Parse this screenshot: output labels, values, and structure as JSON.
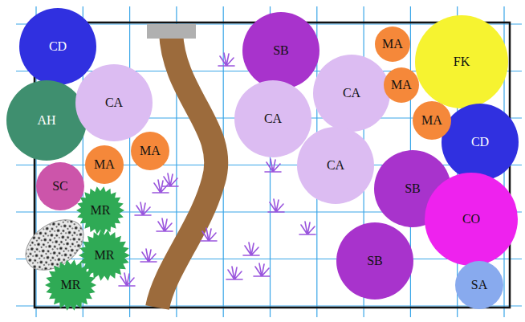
{
  "diagram": {
    "nodes": [
      {
        "text": [
          "CD"
        ]
      },
      {
        "text": [
          "SB"
        ]
      },
      {
        "text": [
          "MA"
        ]
      },
      {
        "text": [
          "FK"
        ]
      },
      {
        "text": [
          "CA"
        ]
      },
      {
        "text": [
          "AH"
        ]
      },
      {
        "text": [
          "CA"
        ]
      },
      {
        "text": [
          "MA"
        ]
      },
      {
        "text": [
          "CA"
        ]
      },
      {
        "text": [
          "MA"
        ]
      },
      {
        "text": [
          "CD"
        ]
      },
      {
        "text": [
          "MA"
        ]
      },
      {
        "text": [
          "MA"
        ]
      },
      {
        "text": [
          "CA"
        ]
      },
      {
        "text": [
          "SC"
        ]
      },
      {
        "text": [
          "SB"
        ]
      },
      {
        "text": [
          "MR"
        ]
      },
      {
        "text": [
          "CO"
        ]
      },
      {
        "text": [
          "MR"
        ]
      },
      {
        "text": [
          "SB"
        ]
      },
      {
        "text": [
          "MR"
        ]
      },
      {
        "text": [
          "SA"
        ]
      }
    ]
  }
}
